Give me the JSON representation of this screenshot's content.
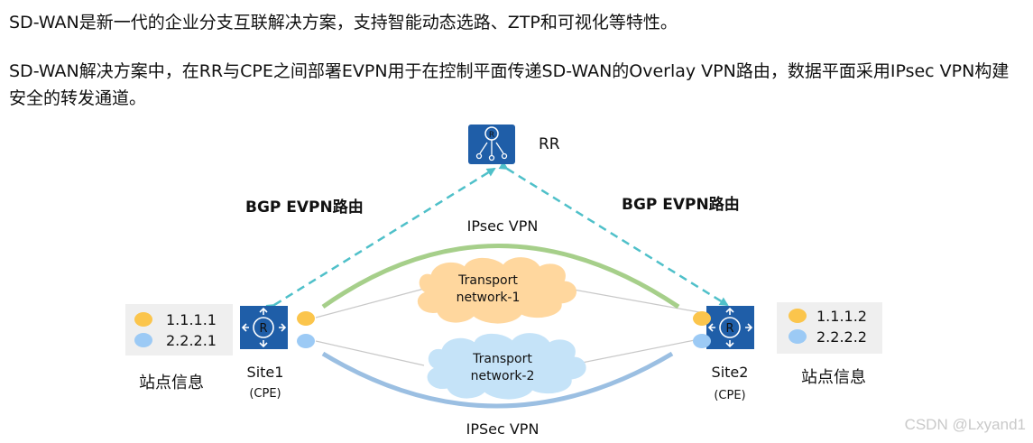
{
  "intro": {
    "line1": "SD-WAN是新一代的企业分支互联解决方案，支持智能动态选路、ZTP和可视化等特性。",
    "line2": "SD-WAN解决方案中，在RR与CPE之间部署EVPN用于在控制平面传递SD-WAN的Overlay  VPN路由，数据平面采用IPsec VPN构建安全的转发通道。"
  },
  "diagram": {
    "rr_label": "RR",
    "router_icon_letter": "R",
    "bgp_left": "BGP EVPN路由",
    "bgp_right": "BGP EVPN路由",
    "ipsec_top": "IPsec VPN",
    "ipsec_bottom": "IPSec VPN",
    "transport1": [
      "Transport",
      "network-1"
    ],
    "transport2": [
      "Transport",
      "network-2"
    ],
    "site1": {
      "name": "Site1",
      "role": "(CPE)",
      "info_label": "站点信息",
      "addr1": "1.1.1.1",
      "addr2": "2.2.2.1"
    },
    "site2": {
      "name": "Site2",
      "role": "(CPE)",
      "info_label": "站点信息",
      "addr1": "1.1.1.2",
      "addr2": "2.2.2.2"
    },
    "icons": [
      "router-icon",
      "rr-router-icon",
      "yellow-dot-icon",
      "blue-dot-icon"
    ]
  },
  "colors": {
    "router_fill": "#1f5ea8",
    "dashed_arrow": "#4fc0c9",
    "green_tunnel": "#a6cf8a",
    "blue_tunnel": "#9bbfe2",
    "cloud_orange": "#ffd79e",
    "cloud_blue": "#c5e3f8",
    "yellow_dot": "#fbc54c",
    "blue_dot": "#9ccaf5",
    "info_box": "#efefef"
  },
  "watermark": "CSDN @Lxyand1"
}
